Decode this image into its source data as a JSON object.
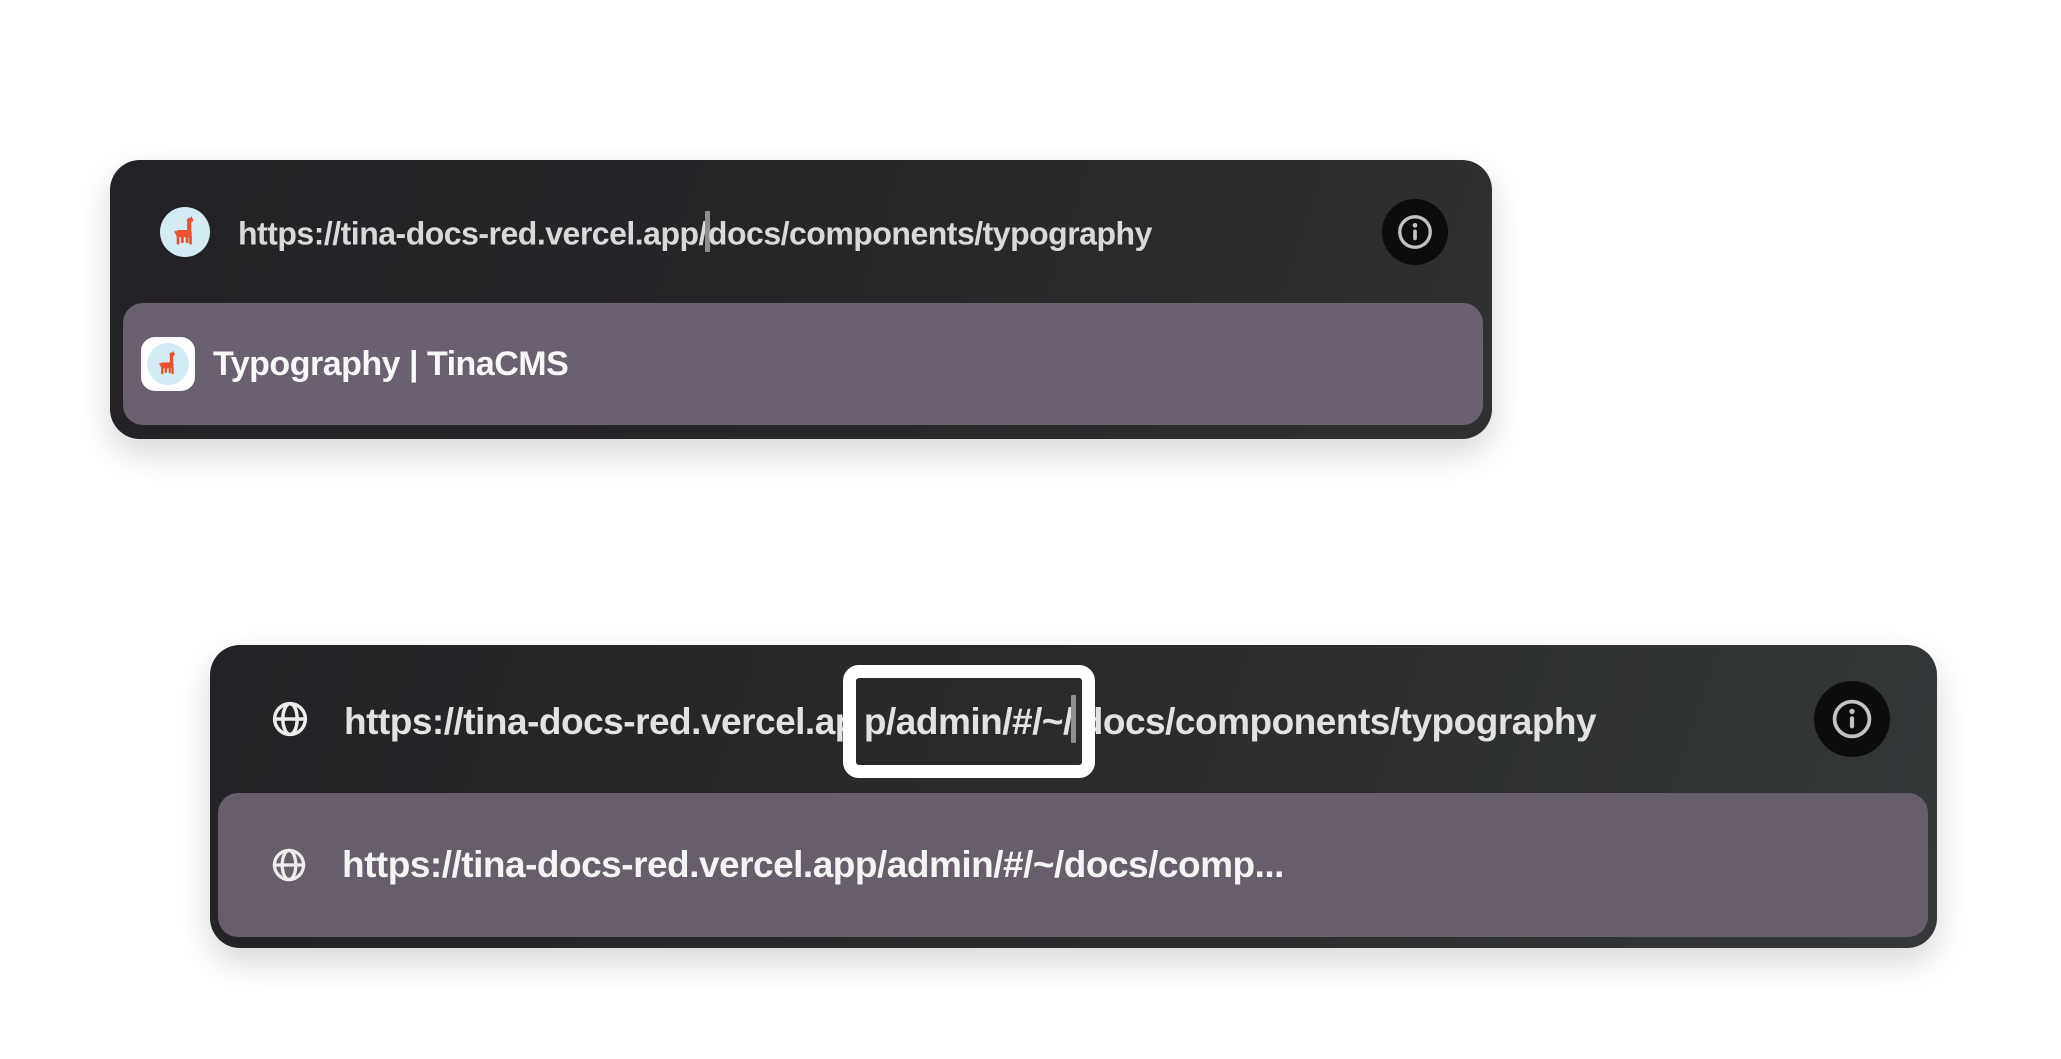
{
  "colors": {
    "page_background": "#ffffff",
    "bar_background_dark": "#242327",
    "bar_background_light_edge": "#34383a",
    "suggestion_row_purple": "#6a6070",
    "url_text": "#d9d9d9",
    "suggestion_text": "#f7f7f7",
    "caret_gray": "#8f8f90",
    "highlight_box_white": "#ffffff",
    "info_icon_glyph": "#c2c2c4",
    "info_icon_background": "#0c0c0f",
    "favicon_circle_blue": "#d3ecf3",
    "favicon_llama_orange": "#e8522c"
  },
  "popover_top": {
    "url_bar": {
      "favicon_icon": "tinacms-llama-favicon",
      "url_before_caret": "https://tina-docs-red.vercel.app/",
      "url_after_caret": "docs/components/typography",
      "info_icon": "info-circle"
    },
    "suggestion": {
      "favicon_icon": "tinacms-llama-favicon",
      "label": "Typography | TinaCMS"
    }
  },
  "popover_bottom": {
    "url_bar": {
      "icon": "globe",
      "url_pre": "https://tina-docs-red.vercel.ap",
      "url_boxed": "p/admin/#/~/",
      "url_post": "docs/components/typography",
      "highlight_box": "white-annotation-rectangle",
      "info_icon": "info-circle"
    },
    "suggestion": {
      "icon": "globe",
      "label": "https://tina-docs-red.vercel.app/admin/#/~/docs/comp..."
    }
  }
}
